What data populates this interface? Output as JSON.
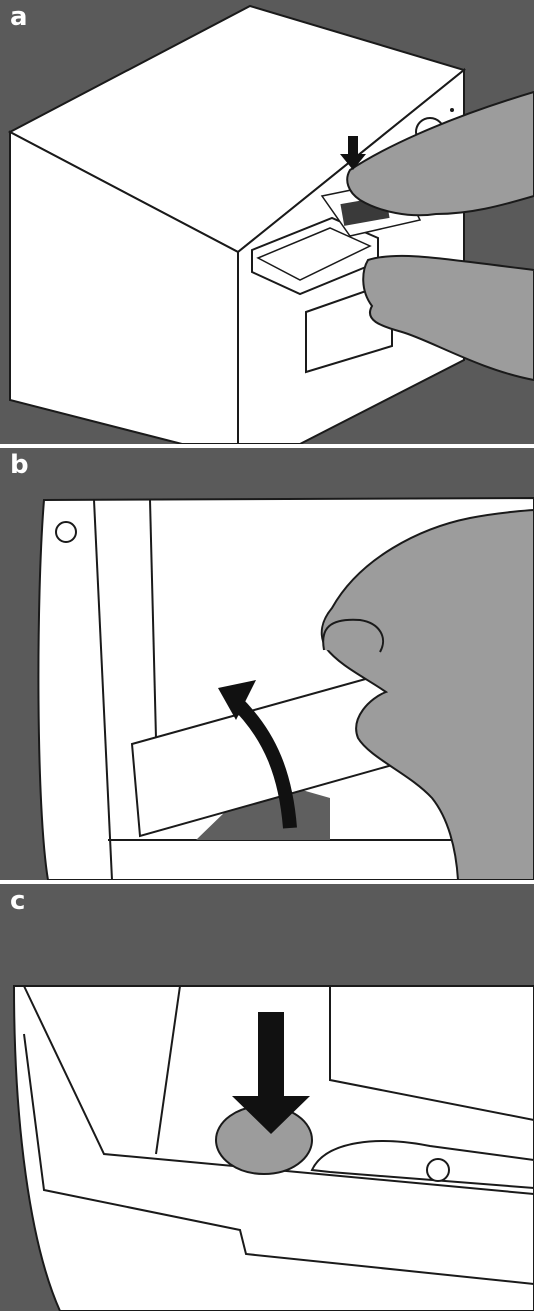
{
  "panels": [
    {
      "label": "a"
    },
    {
      "label": "b"
    },
    {
      "label": "c"
    }
  ],
  "colors": {
    "background": "#5a5a5a",
    "line": "#1a1a1a",
    "fill": "#ffffff",
    "hand": "#9c9c9c",
    "shadow": "#5f5f5f",
    "arrow": "#111111"
  }
}
